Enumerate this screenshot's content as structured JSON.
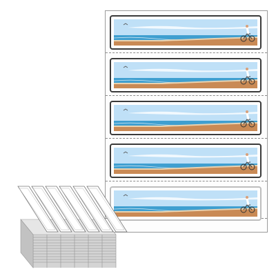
{
  "product": {
    "label_sheet": {
      "label_count": 5,
      "scene": "beach-cyclist",
      "colors": {
        "sky": "#bfe0f7",
        "sea": "#3f9fd0",
        "sand": "#c98a55",
        "border": "#3a3a3a",
        "perforation": "#8a8a8a"
      }
    },
    "stacked_labels": {
      "visible_columns": 6
    }
  }
}
